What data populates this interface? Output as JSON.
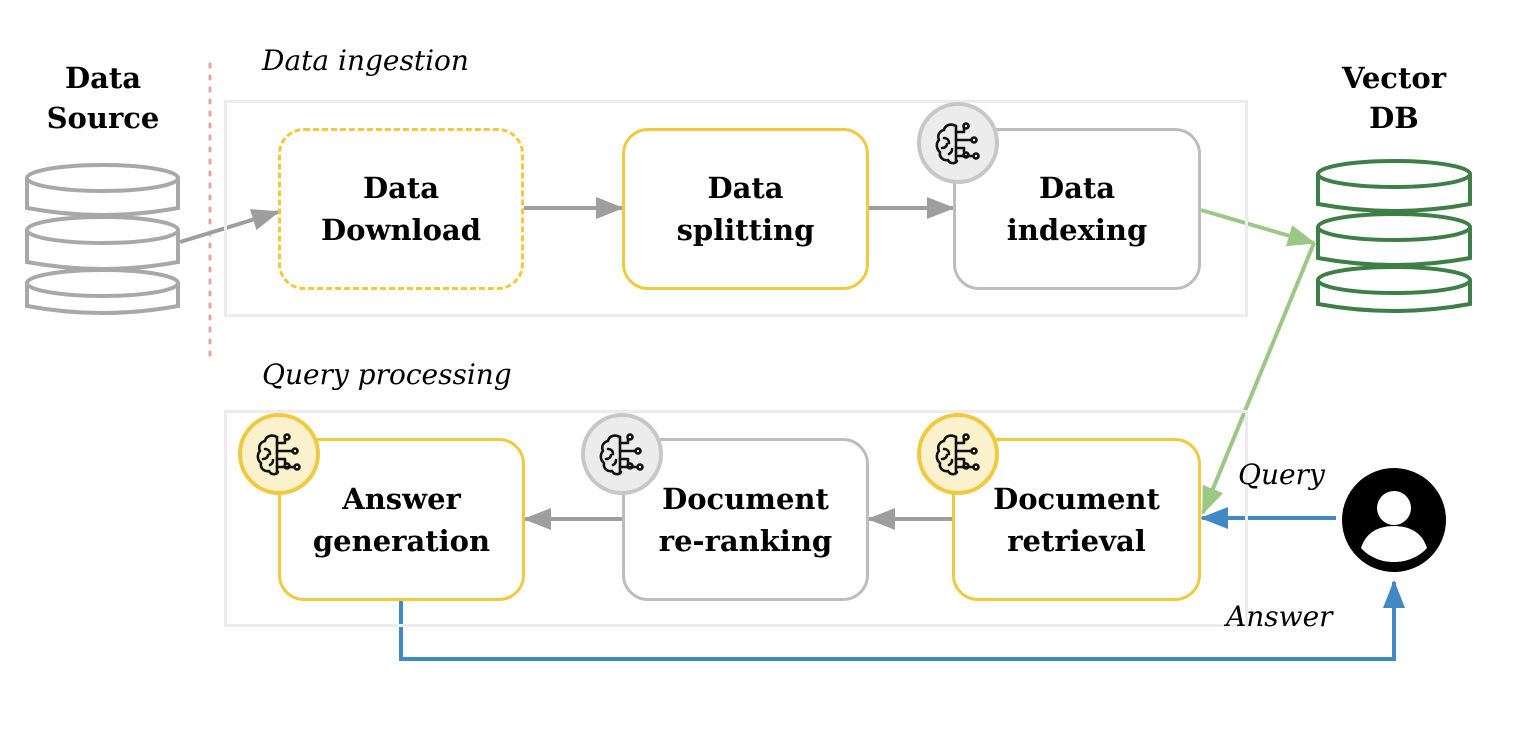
{
  "data_source": {
    "line1": "Data",
    "line2": "Source"
  },
  "vector_db": {
    "line1": "Vector",
    "line2": "DB"
  },
  "sections": {
    "ingestion": "Data ingestion",
    "query": "Query processing"
  },
  "nodes": {
    "data_download": [
      "Data",
      "Download"
    ],
    "data_splitting": [
      "Data",
      "splitting"
    ],
    "data_indexing": [
      "Data",
      "indexing"
    ],
    "answer_generation": [
      "Answer",
      "generation"
    ],
    "document_reranking": [
      "Document",
      "re-ranking"
    ],
    "document_retrieval": [
      "Document",
      "retrieval"
    ]
  },
  "edges": {
    "query": "Query",
    "answer": "Answer"
  },
  "icons": {
    "brain": "brain-circuit-icon",
    "database": "database-icon",
    "user": "user-icon"
  },
  "colors": {
    "yellow_accent": "#f0c93e",
    "gray_border": "#bdbdbd",
    "green_db": "#3d7f47",
    "green_arrow": "#9cc885",
    "blue_arrow": "#4287c6",
    "divider_red": "#e8a39a"
  }
}
